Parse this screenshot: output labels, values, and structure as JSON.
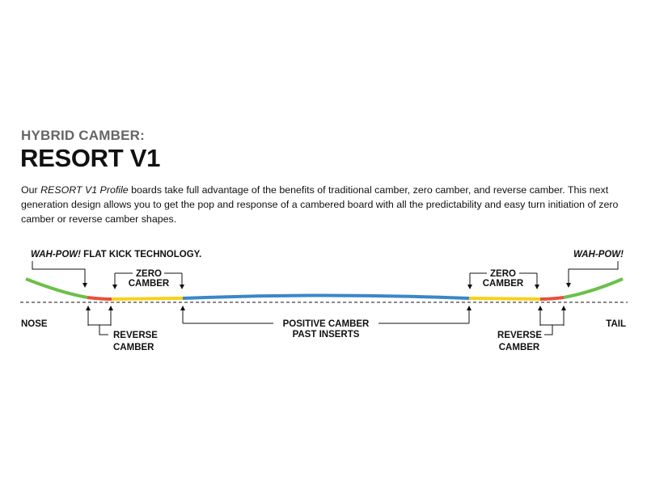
{
  "header": {
    "subtitle": "HYBRID CAMBER:",
    "title": "RESORT V1"
  },
  "description": {
    "prefix": "Our ",
    "product": "RESORT V1 Profile",
    "body": " boards take full advantage of the benefits of traditional camber, zero camber, and reverse camber. This next generation design allows you to get the pop and response of a cambered board with all the predictability and easy turn initiation of zero camber or reverse camber shapes."
  },
  "diagram": {
    "wahpow_left_em": "WAH-POW!",
    "wahpow_left_rest": " FLAT KICK TECHNOLOGY.",
    "wahpow_right": "WAH-POW!",
    "zero_camber_l1": "ZERO",
    "zero_camber_l2": "CAMBER",
    "reverse_l1": "REVERSE",
    "reverse_l2": "CAMBER",
    "positive_l1": "POSITIVE CAMBER",
    "positive_l2": "PAST INSERTS",
    "nose": "NOSE",
    "tail": "TAIL",
    "colors": {
      "kick": "#6cc04a",
      "reverse": "#e8503a",
      "zero": "#f7d117",
      "positive": "#3a87c8"
    }
  }
}
